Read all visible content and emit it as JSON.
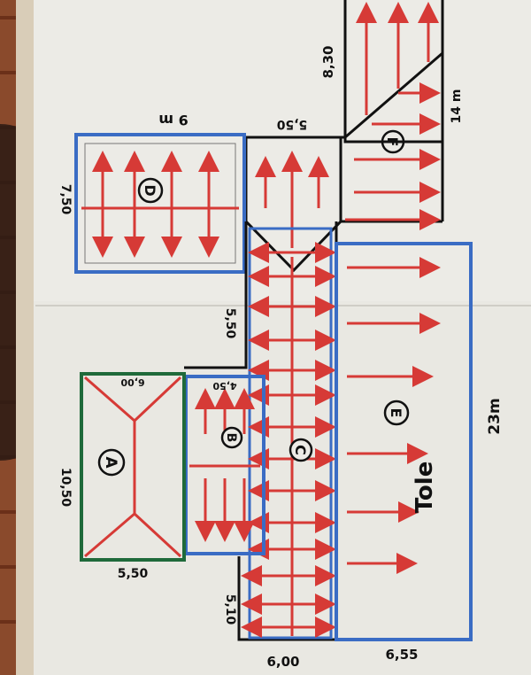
{
  "plan": {
    "letters": {
      "A": "A",
      "B": "B",
      "C": "C",
      "D": "D",
      "E": "E",
      "F": "F"
    },
    "dims": {
      "d830": "8,30",
      "d14m": "14 m",
      "d550top": "5,50",
      "d9m": "9 m",
      "d750": "7,50",
      "d550mid": "5,50",
      "d600a": "6,00",
      "d450": "4,50",
      "d1050": "10,50",
      "d550b": "5,50",
      "d510": "5,10",
      "d600b": "6,00",
      "d655": "6,55",
      "d23m": "23m",
      "tole": "Tole"
    }
  },
  "colors": {
    "arrow": "#d63a36",
    "black": "#111111",
    "blue": "#3a6cc4",
    "green": "#1f6a3a"
  }
}
